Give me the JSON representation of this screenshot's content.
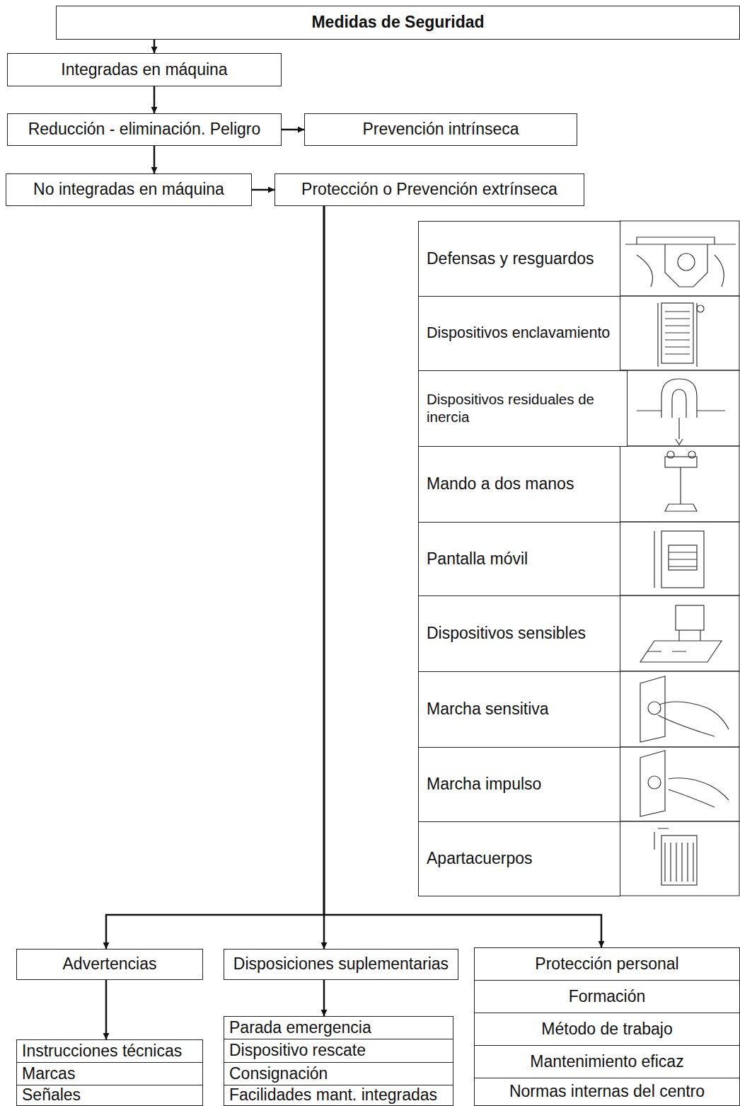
{
  "diagram": {
    "nodes": [
      {
        "text": [
          "Medidas de Seguridad"
        ]
      },
      {
        "text": [
          "Integradas en máquina"
        ]
      },
      {
        "text": [
          "Reducción - eliminación. Peligro"
        ]
      },
      {
        "text": [
          "Prevención intrínseca"
        ]
      },
      {
        "text": [
          "No integradas en máquina"
        ]
      },
      {
        "text": [
          "Protección o Prevención extrínseca"
        ]
      },
      {
        "text": [
          "Defensas y resguardos"
        ]
      },
      {
        "text": [
          "Dispositivos enclavamiento"
        ]
      },
      {
        "text": [
          "Dispositivos residuales de inercia"
        ]
      },
      {
        "text": [
          "Mando a dos manos"
        ]
      },
      {
        "text": [
          "Pantalla móvil"
        ]
      },
      {
        "text": [
          "Dispositivos sensibles"
        ]
      },
      {
        "text": [
          "Marcha sensitiva"
        ]
      },
      {
        "text": [
          "Marcha impulso"
        ]
      },
      {
        "text": [
          "Apartacuerpos"
        ]
      },
      {
        "text": [
          "Advertencias"
        ]
      },
      {
        "text": [
          "Disposiciones suplementarias"
        ]
      },
      {
        "text": [
          "Protección personal"
        ]
      },
      {
        "text": [
          "Formación"
        ]
      },
      {
        "text": [
          "Método de trabajo"
        ]
      },
      {
        "text": [
          "Mantenimiento eficaz"
        ]
      },
      {
        "text": [
          "Normas internas del centro"
        ]
      },
      {
        "text": [
          "Instrucciones técnicas"
        ]
      },
      {
        "text": [
          "Marcas"
        ]
      },
      {
        "text": [
          "Señales"
        ]
      },
      {
        "text": [
          "Parada emergencia"
        ]
      },
      {
        "text": [
          "Dispositivo rescate"
        ]
      },
      {
        "text": [
          "Consignación"
        ]
      },
      {
        "text": [
          "Facilidades mant. integradas"
        ]
      }
    ],
    "edges": [
      {
        "from": 0,
        "to": 1,
        "arrow": "to"
      },
      {
        "from": 1,
        "to": 2,
        "arrow": "to"
      },
      {
        "from": 2,
        "to": 3,
        "arrow": "to"
      },
      {
        "from": 2,
        "to": 4,
        "arrow": "to"
      },
      {
        "from": 4,
        "to": 5,
        "arrow": "to"
      },
      {
        "from": 5,
        "to": 15,
        "arrow": "to"
      },
      {
        "from": 5,
        "to": 16,
        "arrow": "to"
      },
      {
        "from": 5,
        "to": 17,
        "arrow": "to"
      },
      {
        "from": 15,
        "to": 22,
        "arrow": "to"
      },
      {
        "from": 16,
        "to": 25,
        "arrow": "to"
      }
    ]
  }
}
